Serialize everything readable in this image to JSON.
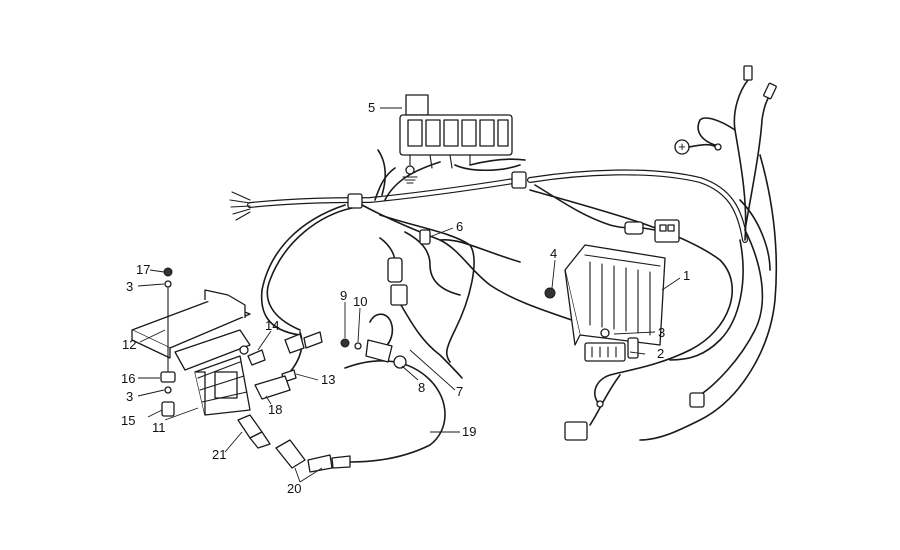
{
  "diagram": {
    "callouts": {
      "c1": "1",
      "c2": "2",
      "c3a": "3",
      "c3b": "3",
      "c3c": "3",
      "c4": "4",
      "c5": "5",
      "c6": "6",
      "c7": "7",
      "c8": "8",
      "c9": "9",
      "c10": "10",
      "c11": "11",
      "c12": "12",
      "c13": "13",
      "c14": "14",
      "c15": "15",
      "c16": "16",
      "c17": "17",
      "c18": "18",
      "c19": "19",
      "c20": "20",
      "c21": "21"
    },
    "symbols": {
      "positive_terminal": "+"
    }
  }
}
